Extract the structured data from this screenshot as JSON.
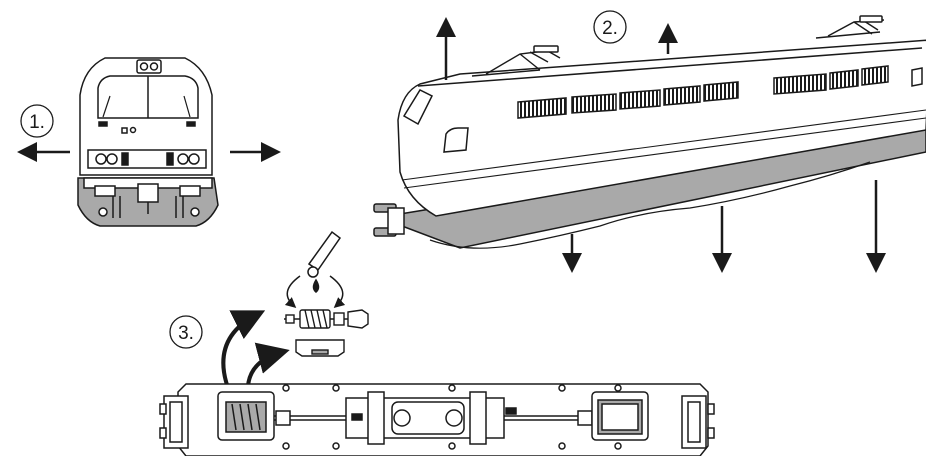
{
  "steps": [
    {
      "label": "1."
    },
    {
      "label": "2."
    },
    {
      "label": "3."
    }
  ],
  "colors": {
    "line": "#1a1a1a",
    "underframe": "#a9a9a9",
    "body": "#ffffff"
  }
}
